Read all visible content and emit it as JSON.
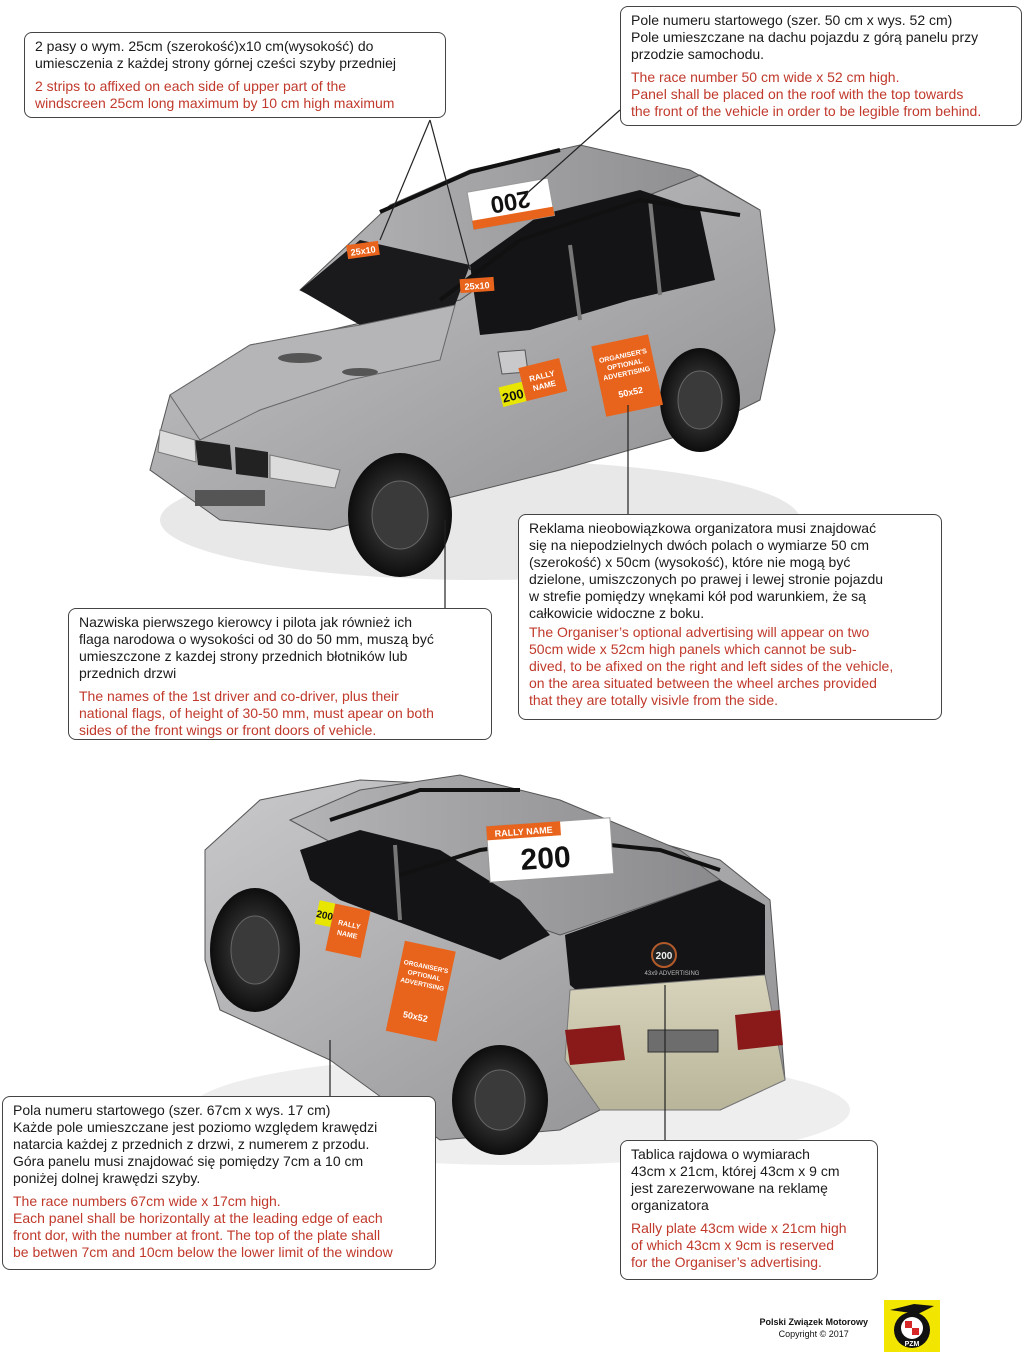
{
  "callouts": {
    "windscreen": {
      "pl": [
        "2 pasy o wym. 25cm (szerokość)x10 cm(wysokość) do",
        "umiesczenia z każdej strony górnej cześci szyby przedniej"
      ],
      "en": [
        "2 strips to affixed on each side of upper part of the",
        "windscreen 25cm long maximum by 10 cm high maximum"
      ]
    },
    "roof": {
      "pl": [
        "Pole numeru startowego (szer. 50 cm x wys. 52 cm)",
        "Pole umieszczane na dachu pojazdu z górą panelu przy",
        "przodzie samochodu."
      ],
      "en": [
        "The race number 50 cm wide x 52 cm high.",
        "Panel shall be placed on the roof with the top towards",
        "the front of the vehicle in order to be legible from behind."
      ]
    },
    "advertising": {
      "pl": [
        "Reklama nieobowiązkowa organizatora musi znajdować",
        "się na niepodzielnych dwóch polach o wymiarze 50 cm",
        "(szerokość) x 50cm (wysokość), które nie mogą być",
        "dzielone, umiszczonych po prawej i lewej stronie pojazdu",
        "w strefie pomiędzy wnękami kół pod warunkiem, że są",
        "całkowicie widoczne z boku."
      ],
      "en": [
        "The Organiser’s optional advertising will appear on two",
        "50cm wide x 52cm high panels which cannot be sub-",
        "dived, to be afixed on the right and left sides of the vehicle,",
        "on the area situated between the wheel arches provided",
        "that they are totally visivle from the side."
      ]
    },
    "names": {
      "pl": [
        "Nazwiska pierwszego kierowcy i pilota jak również ich",
        "flaga narodowa o wysokości od 30 do 50 mm, muszą być",
        "umieszczone z kazdej strony przednich błotników lub",
        "przednich drzwi"
      ],
      "en": [
        "The names of the 1st driver and co-driver, plus their",
        "national flags, of height of 30-50 mm, must apear on both",
        "sides of the front wings or front doors of vehicle."
      ]
    },
    "race_numbers": {
      "pl": [
        "Pola numeru startowego (szer. 67cm x wys. 17 cm)",
        "Każde pole umieszczane jest poziomo względem krawędzi",
        "natarcia każdej z przednich z drzwi, z numerem z przodu.",
        "Góra panelu musi znajdować się pomiędzy 7cm a 10 cm",
        "poniżej dolnej krawędzi szyby."
      ],
      "en": [
        "The race numbers 67cm wide x 17cm high.",
        "Each panel shall be horizontally at the leading edge of each",
        "front dor, with the number at front. The top of the plate shall",
        "be betwen 7cm and 10cm below the lower limit of the window"
      ]
    },
    "rally_plate": {
      "pl": [
        "Tablica rajdowa o wymiarach",
        "43cm x 21cm, której 43cm x 9 cm",
        "jest zarezerwowane na reklamę",
        "organizatora"
      ],
      "en": [
        "Rally plate 43cm wide x 21cm high",
        "of which 43cm x 9cm is reserved",
        "for the Organiser’s advertising."
      ]
    }
  },
  "car_labels": {
    "strip": "25x10",
    "number": "200",
    "rally_name": "RALLY NAME",
    "rally_name_stacked": [
      "RALLY",
      "NAME"
    ],
    "optional_ad": [
      "ORGANISER'S",
      "OPTIONAL",
      "ADVERTISING"
    ],
    "ad_size": "50x52",
    "rear_ad": "43x9 ADVERTISING"
  },
  "colors": {
    "orange": "#e8641c",
    "red_text": "#c0392b",
    "car_body": "#a9a9ab",
    "glass": "#141416",
    "logo_yellow": "#f2e600"
  },
  "footer": {
    "organization": "Polski Związek Motorowy",
    "copyright": "Copyright © 2017",
    "logo_text": "PZM"
  }
}
